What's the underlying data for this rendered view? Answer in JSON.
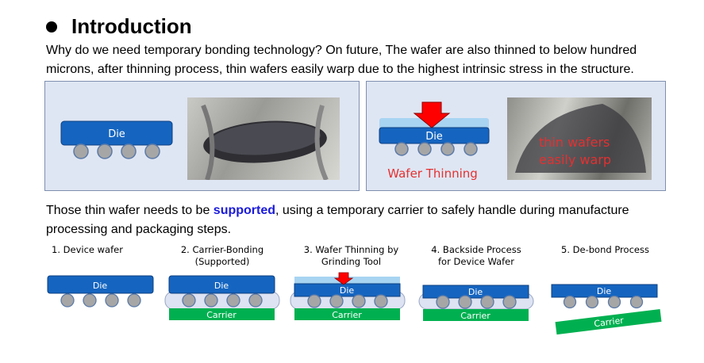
{
  "title": "Introduction",
  "intro_text": " Why do we need temporary bonding technology? On future, The wafer are also thinned to below hundred microns, after thinning process,  thin wafers easily warp due to the highest intrinsic stress in the structure.",
  "panel_left": {
    "die_label": "Die"
  },
  "panel_right": {
    "die_label": "Die",
    "caption": "Wafer Thinning",
    "overlay_line1": "thin wafers",
    "overlay_line2": "easily warp"
  },
  "supported_text": {
    "before": "Those thin wafer needs to be ",
    "highlight": "supported",
    "after": ", using a temporary carrier to safely handle during manufacture processing and packaging steps."
  },
  "steps": [
    {
      "label": "1. Device wafer",
      "die": "Die"
    },
    {
      "label": "2. Carrier-Bonding\n(Supported)",
      "die": "Die",
      "carrier": "Carrier"
    },
    {
      "label": "3. Wafer Thinning by\nGrinding Tool",
      "die": "Die",
      "carrier": "Carrier"
    },
    {
      "label": "4. Backside Process\nfor Device Wafer",
      "die": "Die",
      "carrier": "Carrier"
    },
    {
      "label": "5. De-bond Process",
      "die": "Die",
      "carrier": "Carrier"
    }
  ],
  "colors": {
    "die": "#1565c0",
    "thin_layer": "#a8d4f2",
    "bump": "#a6a6a6",
    "adhesive": "#dde3f2",
    "carrier": "#00b050",
    "arrow": "#ff0000",
    "highlight": "#1a1adc",
    "panel_bg": "#dfe6f3"
  }
}
